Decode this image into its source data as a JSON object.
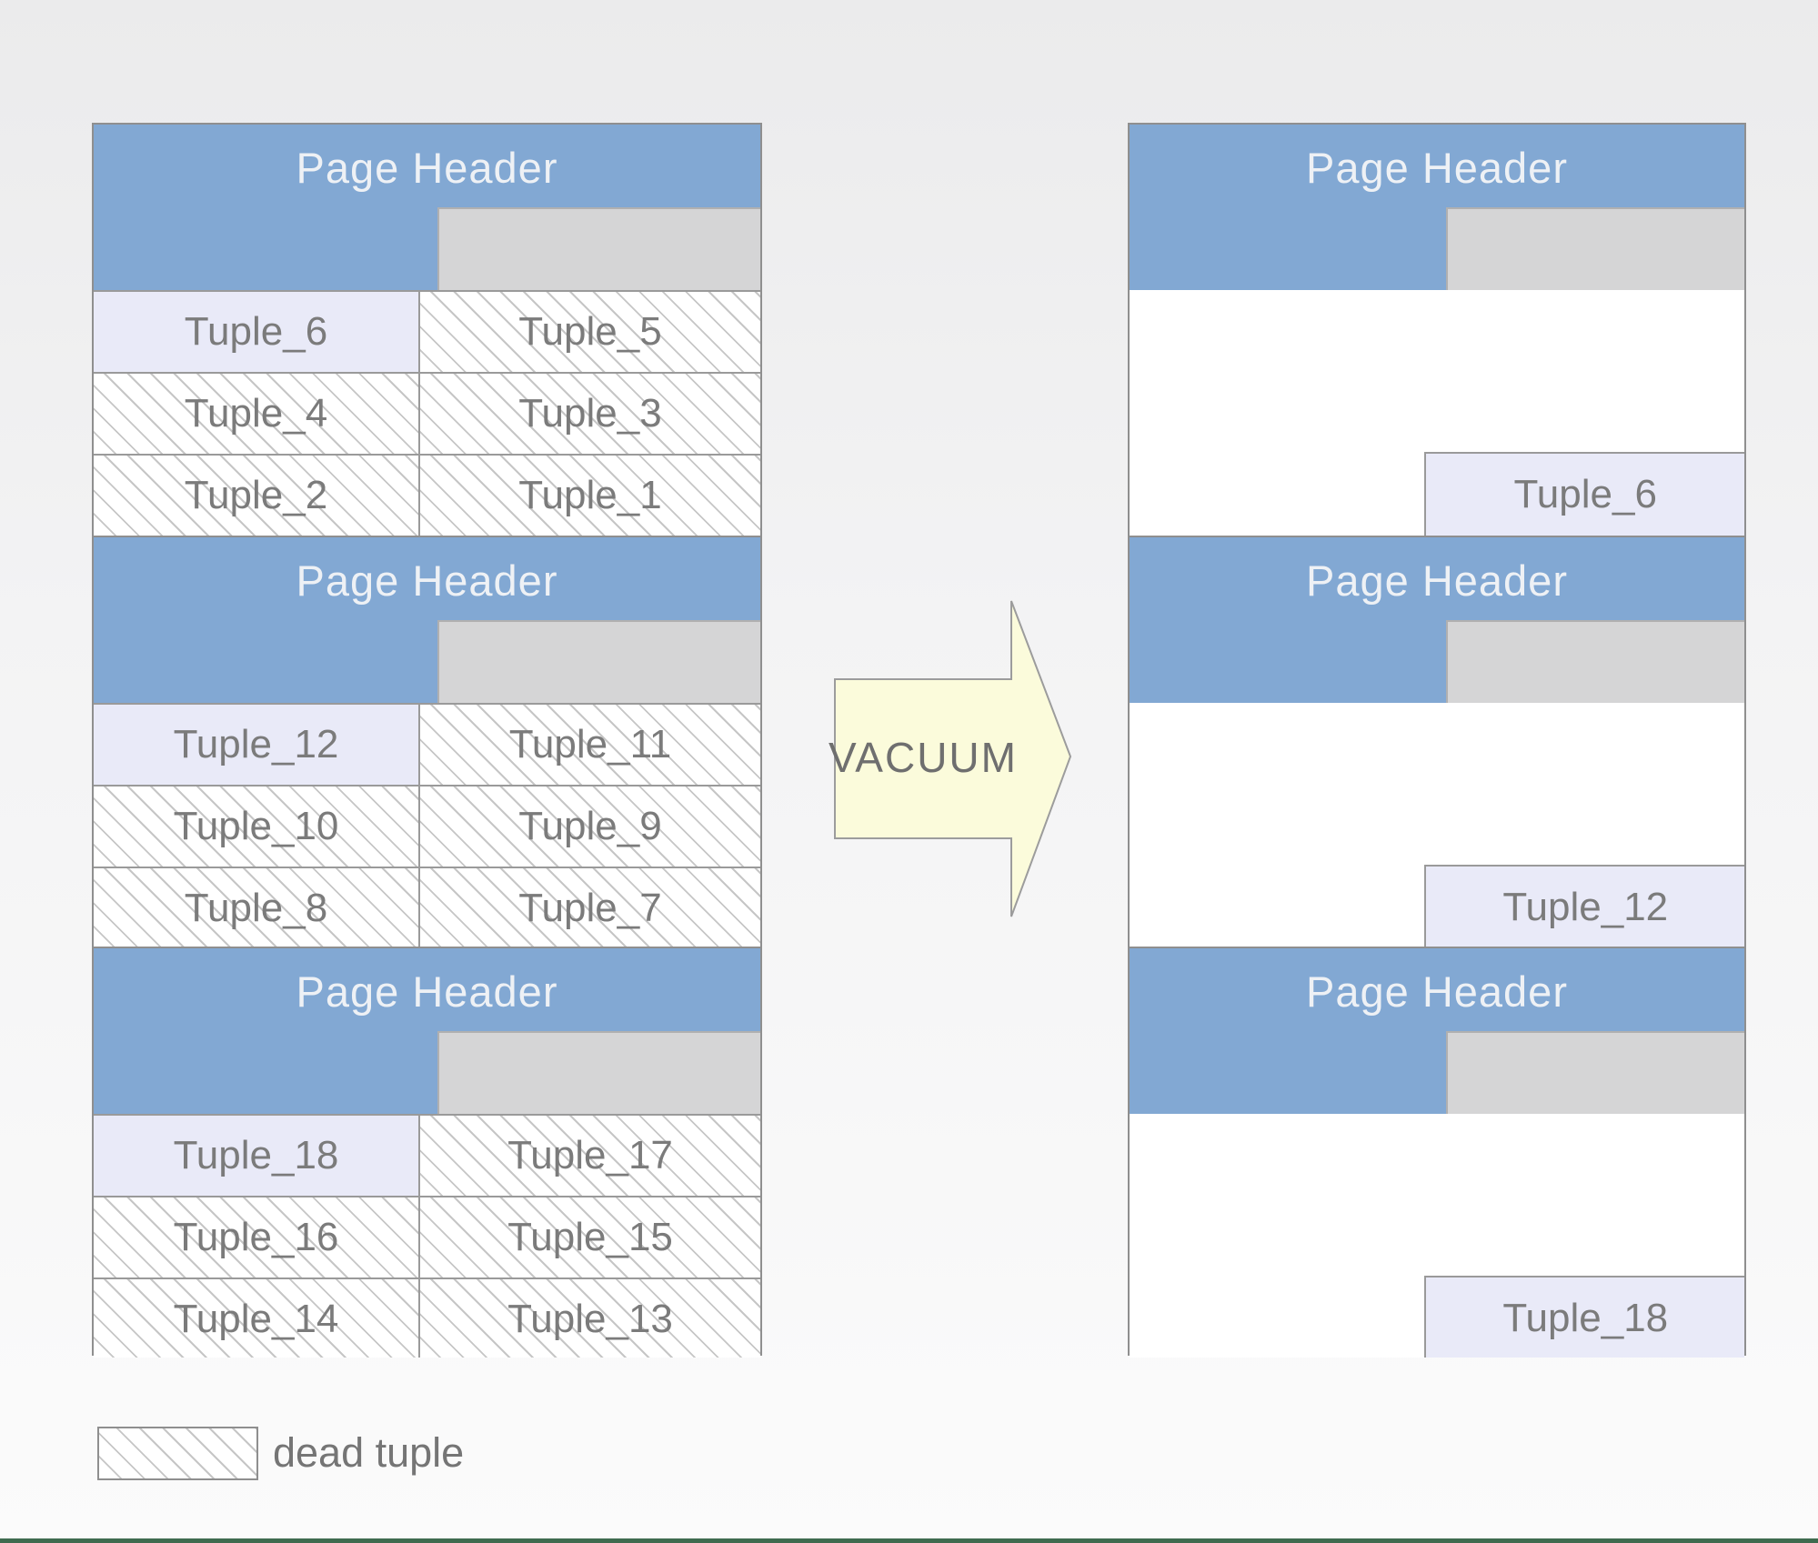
{
  "colors": {
    "header_blue": "#82a8d3",
    "header_gray_box": "#d5d5d6",
    "live_tuple_fill": "#e9eaf8",
    "dead_tuple_hatch": "#c6c6c6",
    "arrow_fill": "#fbfbdb",
    "border_gray": "#8f8f8f",
    "bottom_bar_green": "#3f6b4f"
  },
  "arrow": {
    "label": "VACUUM"
  },
  "legend": {
    "label": "dead tuple"
  },
  "left": {
    "pages": [
      {
        "header_label": "Page Header",
        "rows": [
          {
            "cells": [
              {
                "label": "Tuple_6",
                "type": "live"
              },
              {
                "label": "Tuple_5",
                "type": "dead"
              }
            ]
          },
          {
            "cells": [
              {
                "label": "Tuple_4",
                "type": "dead"
              },
              {
                "label": "Tuple_3",
                "type": "dead"
              }
            ]
          },
          {
            "cells": [
              {
                "label": "Tuple_2",
                "type": "dead"
              },
              {
                "label": "Tuple_1",
                "type": "dead"
              }
            ]
          }
        ]
      },
      {
        "header_label": "Page Header",
        "rows": [
          {
            "cells": [
              {
                "label": "Tuple_12",
                "type": "live"
              },
              {
                "label": "Tuple_11",
                "type": "dead"
              }
            ]
          },
          {
            "cells": [
              {
                "label": "Tuple_10",
                "type": "dead"
              },
              {
                "label": "Tuple_9",
                "type": "dead"
              }
            ]
          },
          {
            "cells": [
              {
                "label": "Tuple_8",
                "type": "dead"
              },
              {
                "label": "Tuple_7",
                "type": "dead"
              }
            ]
          }
        ]
      },
      {
        "header_label": "Page Header",
        "rows": [
          {
            "cells": [
              {
                "label": "Tuple_18",
                "type": "live"
              },
              {
                "label": "Tuple_17",
                "type": "dead"
              }
            ]
          },
          {
            "cells": [
              {
                "label": "Tuple_16",
                "type": "dead"
              },
              {
                "label": "Tuple_15",
                "type": "dead"
              }
            ]
          },
          {
            "cells": [
              {
                "label": "Tuple_14",
                "type": "dead"
              },
              {
                "label": "Tuple_13",
                "type": "dead"
              }
            ]
          }
        ]
      }
    ]
  },
  "right": {
    "pages": [
      {
        "header_label": "Page Header",
        "live_tuple": {
          "label": "Tuple_6",
          "type": "live"
        }
      },
      {
        "header_label": "Page Header",
        "live_tuple": {
          "label": "Tuple_12",
          "type": "live"
        }
      },
      {
        "header_label": "Page Header",
        "live_tuple": {
          "label": "Tuple_18",
          "type": "live"
        }
      }
    ]
  }
}
